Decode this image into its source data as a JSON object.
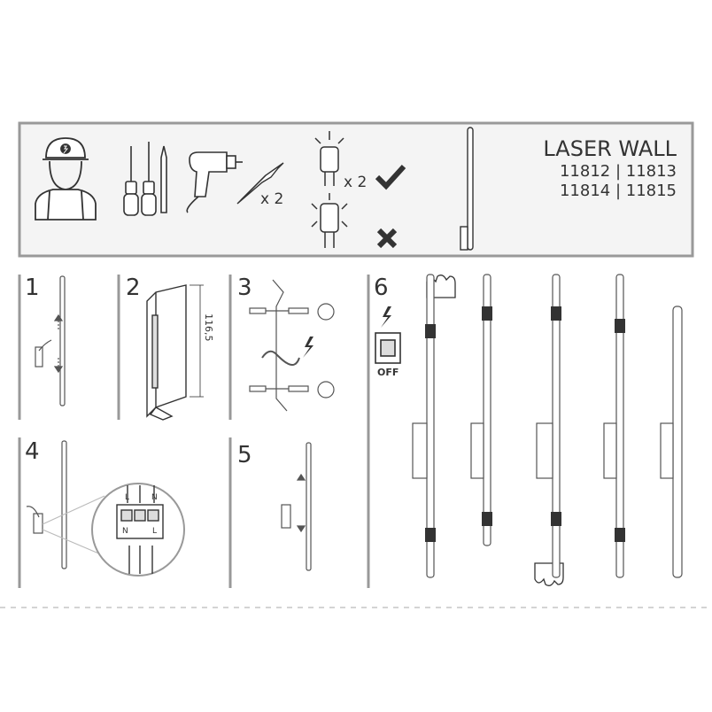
{
  "header": {
    "product_name": "LASER WALL",
    "codes_line_1": "11812 | 11813",
    "codes_line_2": "11814 | 11815",
    "screw_qty": "x 2",
    "bulb_qty": "x 2"
  },
  "steps": {
    "step1": "1",
    "step2": "2",
    "step3": "3",
    "step4": "4",
    "step5": "5",
    "step6": "6"
  },
  "dimension": "116,5",
  "wiring": {
    "top_l": "L",
    "top_n": "N",
    "bottom_n": "N",
    "bottom_l": "L"
  },
  "switch_label": "OFF",
  "icons": [
    "installer-icon",
    "screwdriver-icon",
    "drill-icon",
    "wall-plug-icon",
    "bulb-icon",
    "check-icon",
    "cross-icon",
    "lightning-icon",
    "switch-icon",
    "hand-icon"
  ],
  "colors": {
    "line": "#555555",
    "frame": "#999999",
    "panel": "#f4f4f4"
  }
}
